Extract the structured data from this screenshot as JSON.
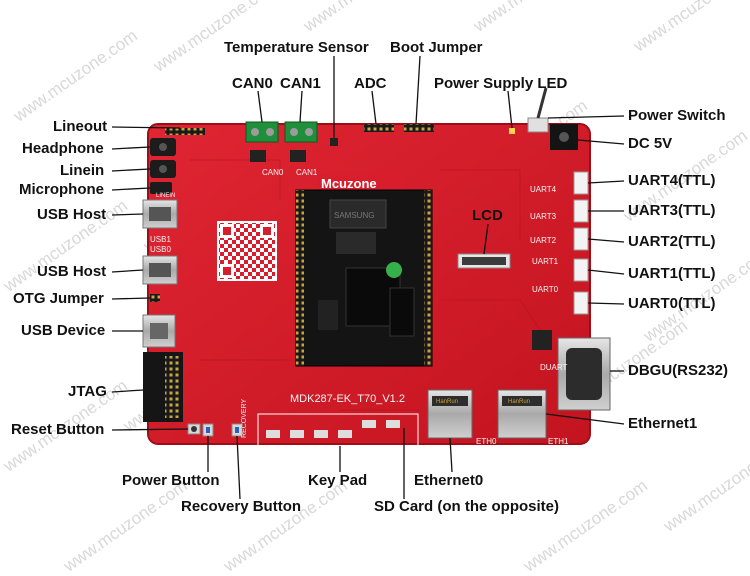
{
  "watermark": "www.mcuzone.com",
  "board": {
    "brand": "Mcuzone",
    "model": "MDK287-EK_T70_V1.2",
    "silk": {
      "uart4": "UART4",
      "uart3": "UART3",
      "uart2": "UART2",
      "uart1": "UART1",
      "uart0": "UART0",
      "duart": "DUART",
      "eth0": "ETH0",
      "eth1": "ETH1",
      "can0": "CAN0",
      "can1": "CAN1",
      "usb1": "USB1",
      "usb0": "USB0",
      "linein": "LINEIN",
      "recovery": "RECOVERY"
    },
    "rj45_brand": "HanRun",
    "chip_text": "SAMSUNG",
    "colors": {
      "pcb": "#d81e2c",
      "pcb_dark": "#a8101c",
      "module": "#161616",
      "silk": "#f4f4f4"
    }
  },
  "callouts": [
    {
      "id": "temperature-sensor",
      "text": "Temperature Sensor"
    },
    {
      "id": "boot-jumper",
      "text": "Boot Jumper"
    },
    {
      "id": "can0",
      "text": "CAN0"
    },
    {
      "id": "can1",
      "text": "CAN1"
    },
    {
      "id": "adc",
      "text": "ADC"
    },
    {
      "id": "power-supply-led",
      "text": "Power Supply LED"
    },
    {
      "id": "power-switch",
      "text": "Power Switch"
    },
    {
      "id": "lineout",
      "text": "Lineout"
    },
    {
      "id": "dc-5v",
      "text": "DC 5V"
    },
    {
      "id": "headphone",
      "text": "Headphone"
    },
    {
      "id": "linein",
      "text": "Linein"
    },
    {
      "id": "microphone",
      "text": "Microphone"
    },
    {
      "id": "uart4",
      "text": "UART4(TTL)"
    },
    {
      "id": "usb-host-1",
      "text": "USB Host"
    },
    {
      "id": "uart3",
      "text": "UART3(TTL)"
    },
    {
      "id": "lcd",
      "text": "LCD"
    },
    {
      "id": "uart2",
      "text": "UART2(TTL)"
    },
    {
      "id": "usb-host-2",
      "text": "USB Host"
    },
    {
      "id": "uart1",
      "text": "UART1(TTL)"
    },
    {
      "id": "otg-jumper",
      "text": "OTG Jumper"
    },
    {
      "id": "uart0",
      "text": "UART0(TTL)"
    },
    {
      "id": "usb-device",
      "text": "USB Device"
    },
    {
      "id": "dbgu",
      "text": "DBGU(RS232)"
    },
    {
      "id": "jtag",
      "text": "JTAG"
    },
    {
      "id": "ethernet1",
      "text": "Ethernet1"
    },
    {
      "id": "reset-button",
      "text": "Reset Button"
    },
    {
      "id": "power-button",
      "text": "Power Button"
    },
    {
      "id": "key-pad",
      "text": "Key Pad"
    },
    {
      "id": "ethernet0",
      "text": "Ethernet0"
    },
    {
      "id": "recovery-button",
      "text": "Recovery Button"
    },
    {
      "id": "sd-card",
      "text": "SD Card (on the opposite)"
    }
  ]
}
